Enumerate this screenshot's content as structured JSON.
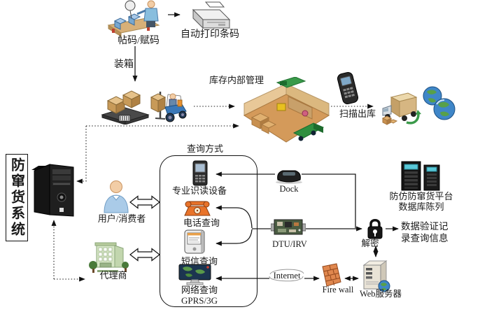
{
  "system": {
    "title": "防窜货系统"
  },
  "flow": {
    "coding": "帖码/赋码",
    "auto_print": "自动打印条码",
    "packing": "装箱",
    "inventory_mgmt": "库存内部管理",
    "scan_out": "扫描出库"
  },
  "query": {
    "title": "查询方式",
    "reader": "专业识读设备",
    "phone": "电话查询",
    "sms": "短信查询",
    "network": "网络查询",
    "network_sub": "GPRS/3G"
  },
  "actors": {
    "consumer": "用户/消费者",
    "agent": "代理商"
  },
  "backend": {
    "dock": "Dock",
    "dtu": "DTU/IRV",
    "internet": "Internet",
    "firewall": "Fire wall",
    "web_server": "Web服务器",
    "decrypt": "解密",
    "platform_line1": "防仿防窜货平台",
    "platform_line2": "数据库陈列",
    "verify_line1": "数据验证记",
    "verify_line2": "录查询信息"
  },
  "icons": {
    "labeling-station-icon": "worker at conveyor applying codes",
    "printer-icon": "barcode printer",
    "pallet-icon": "pallet with boxes and barcode",
    "forklift-icon": "forklift carrying box",
    "warehouse-icon": "isometric warehouse interior",
    "scanner-icon": "handheld barcode scanner",
    "truck-icon": "delivery truck with boxes",
    "globes-icon": "two globes",
    "tower-icon": "black computer tower",
    "user-icon": "person bust",
    "agent-icon": "office building with trees",
    "reader-icon": "professional reading device",
    "phone-icon": "telephone",
    "sms-icon": "mobile message device",
    "network-icon": "monitor with world map",
    "dock-icon": "device dock",
    "dtu-icon": "DTU circuit board",
    "firewall-icon": "brick firewall",
    "webserver-icon": "web server tower with globe",
    "lock-icon": "padlock",
    "servers-icon": "database server towers"
  },
  "colors": {
    "line": "#1a1a1a",
    "background": "#ffffff",
    "accent_orange": "#e8732a",
    "truck_green": "#3a9a4a",
    "screen_cyan": "#59c8d8"
  }
}
